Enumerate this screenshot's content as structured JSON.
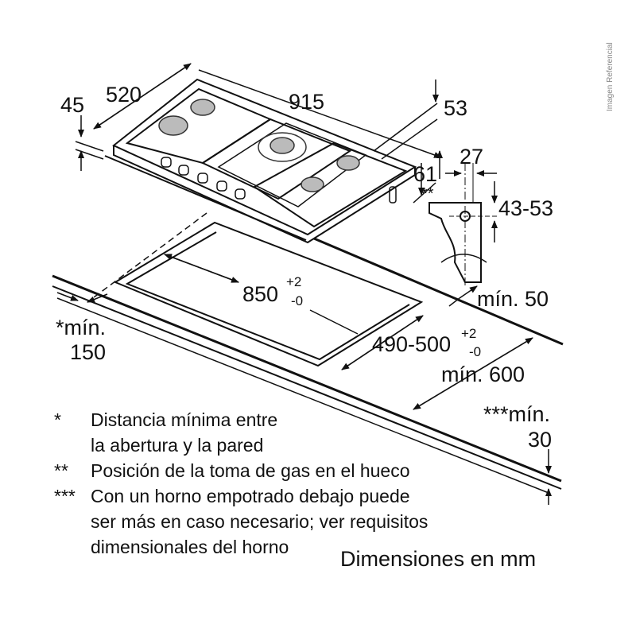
{
  "watermark": "Imagen Referencial",
  "dimensions": {
    "height_hob": "45",
    "depth_hob": "520",
    "width_hob": "915",
    "top_right": "53",
    "side_offset": "27",
    "gas_height": "61",
    "gas_marker": "**",
    "gas_range": "43-53",
    "cutout_width": "850",
    "cutout_width_tol_plus": "+2",
    "cutout_width_tol_minus": "-0",
    "min_wall_back": "mín. 50",
    "min_wall_side_label": "*mín.",
    "min_wall_side_value": "150",
    "cutout_depth": "490-500",
    "cutout_depth_tol_plus": "+2",
    "cutout_depth_tol_minus": "-0",
    "min_counter_depth": "mín. 600",
    "min_thickness_label": "***mín.",
    "min_thickness_value": "30"
  },
  "notes": [
    {
      "mark": "*",
      "text": "Distancia mínima entre"
    },
    {
      "mark": "",
      "text": "la abertura y la pared"
    },
    {
      "mark": "**",
      "text": "Posición de la toma de gas en el hueco"
    },
    {
      "mark": "***",
      "text": "Con un horno empotrado debajo puede"
    },
    {
      "mark": "",
      "text": "ser más en caso necesario; ver requisitos"
    },
    {
      "mark": "",
      "text": "dimensionales del horno"
    }
  ],
  "units_label": "Dimensiones en mm"
}
